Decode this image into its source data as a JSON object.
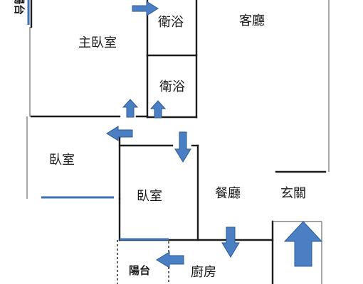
{
  "rooms": {
    "master_bedroom": "主臥室",
    "bathroom_top": "衛浴",
    "bathroom_lower": "衛浴",
    "living_room": "客廳",
    "bedroom_left": "臥室",
    "bedroom_center": "臥室",
    "dining_room": "餐廳",
    "entrance": "玄關",
    "balcony": "陽台",
    "kitchen": "廚房",
    "edge_label": "陽台"
  },
  "colors": {
    "arrow": "#4a7fc4",
    "wall": "#1c1c1c",
    "window": "#3d72b8"
  }
}
